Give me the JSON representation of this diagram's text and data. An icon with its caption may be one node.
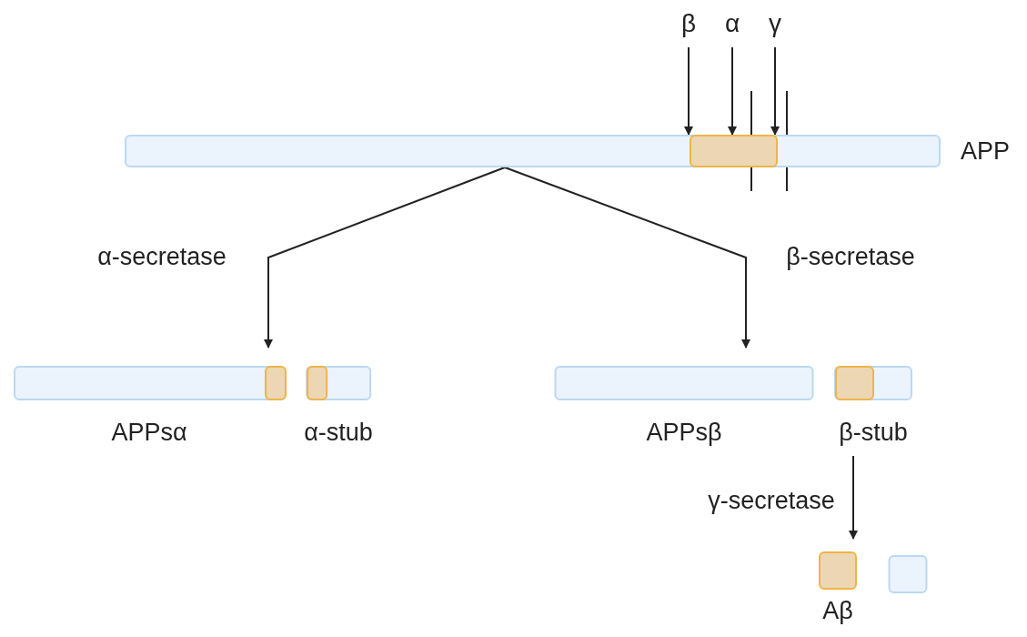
{
  "diagram": {
    "nodes": [
      {
        "text": [
          "β"
        ]
      },
      {
        "text": [
          "α"
        ]
      },
      {
        "text": [
          "γ"
        ]
      },
      {
        "text": [
          "APP"
        ]
      },
      {
        "text": [],
        "shape": "box",
        "in": 3
      },
      {
        "text": [
          "APPsα"
        ]
      },
      {
        "text": [],
        "shape": "box",
        "in": 5
      },
      {
        "text": [
          "α-stub"
        ]
      },
      {
        "text": [],
        "shape": "box",
        "in": 7
      },
      {
        "text": [
          "APPsβ"
        ]
      },
      {
        "text": [
          "β-stub"
        ]
      },
      {
        "text": [],
        "shape": "box",
        "in": 10
      },
      {
        "text": [
          "Aβ"
        ]
      },
      {
        "text": [],
        "shape": "box"
      }
    ],
    "edges": [
      {
        "from": 0,
        "to": 3,
        "arrow": "to"
      },
      {
        "from": 1,
        "to": 3,
        "arrow": "to"
      },
      {
        "from": 2,
        "to": 3,
        "arrow": "to"
      },
      {
        "from": 3,
        "to": 5,
        "arrow": "to",
        "label": "α-secretase"
      },
      {
        "from": 3,
        "to": 9,
        "arrow": "to",
        "label": "β-secretase"
      },
      {
        "from": 10,
        "to": 12,
        "arrow": "to",
        "label": "γ-secretase"
      }
    ]
  }
}
